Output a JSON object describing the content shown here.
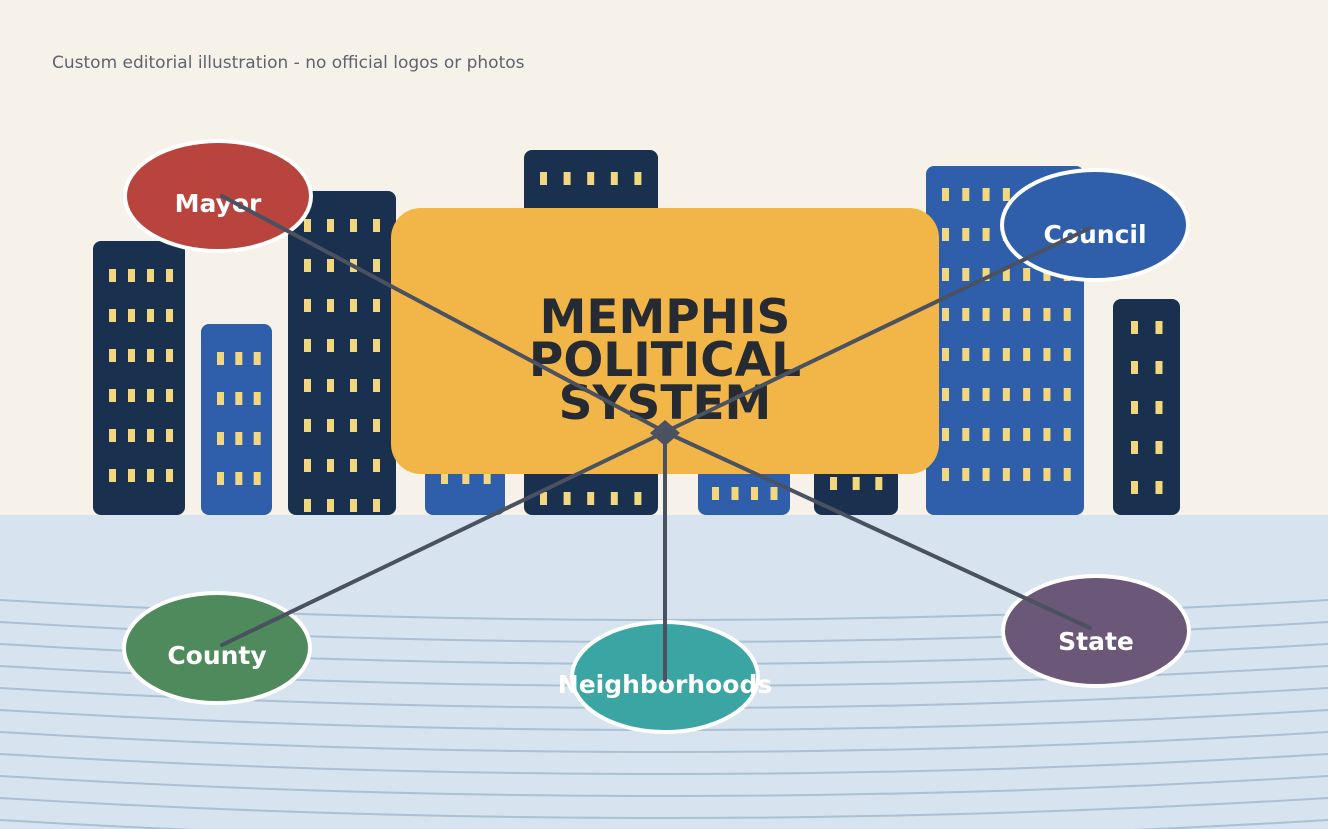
{
  "caption": "Custom editorial illustration - no official logos or photos",
  "title": [
    "MEMPHIS",
    "POLITICAL",
    "SYSTEM"
  ],
  "nodes": {
    "mayor": {
      "label": "Mayor",
      "color": "#b9433d"
    },
    "council": {
      "label": "Council",
      "color": "#2f5fab"
    },
    "county": {
      "label": "County",
      "color": "#4e8a5c"
    },
    "neighborhoods": {
      "label": "Neighborhoods",
      "color": "#3aa5a3"
    },
    "state": {
      "label": "State",
      "color": "#6b5879"
    }
  },
  "colors": {
    "background": "#f6f2ea",
    "ground": "#d7e3ee",
    "ground_lines": "#a9c1d3",
    "building_dark": "#19304f",
    "building_blue": "#2f5fab",
    "window": "#f2d77e",
    "title_box": "#f1b647",
    "connector": "#4a5160"
  }
}
